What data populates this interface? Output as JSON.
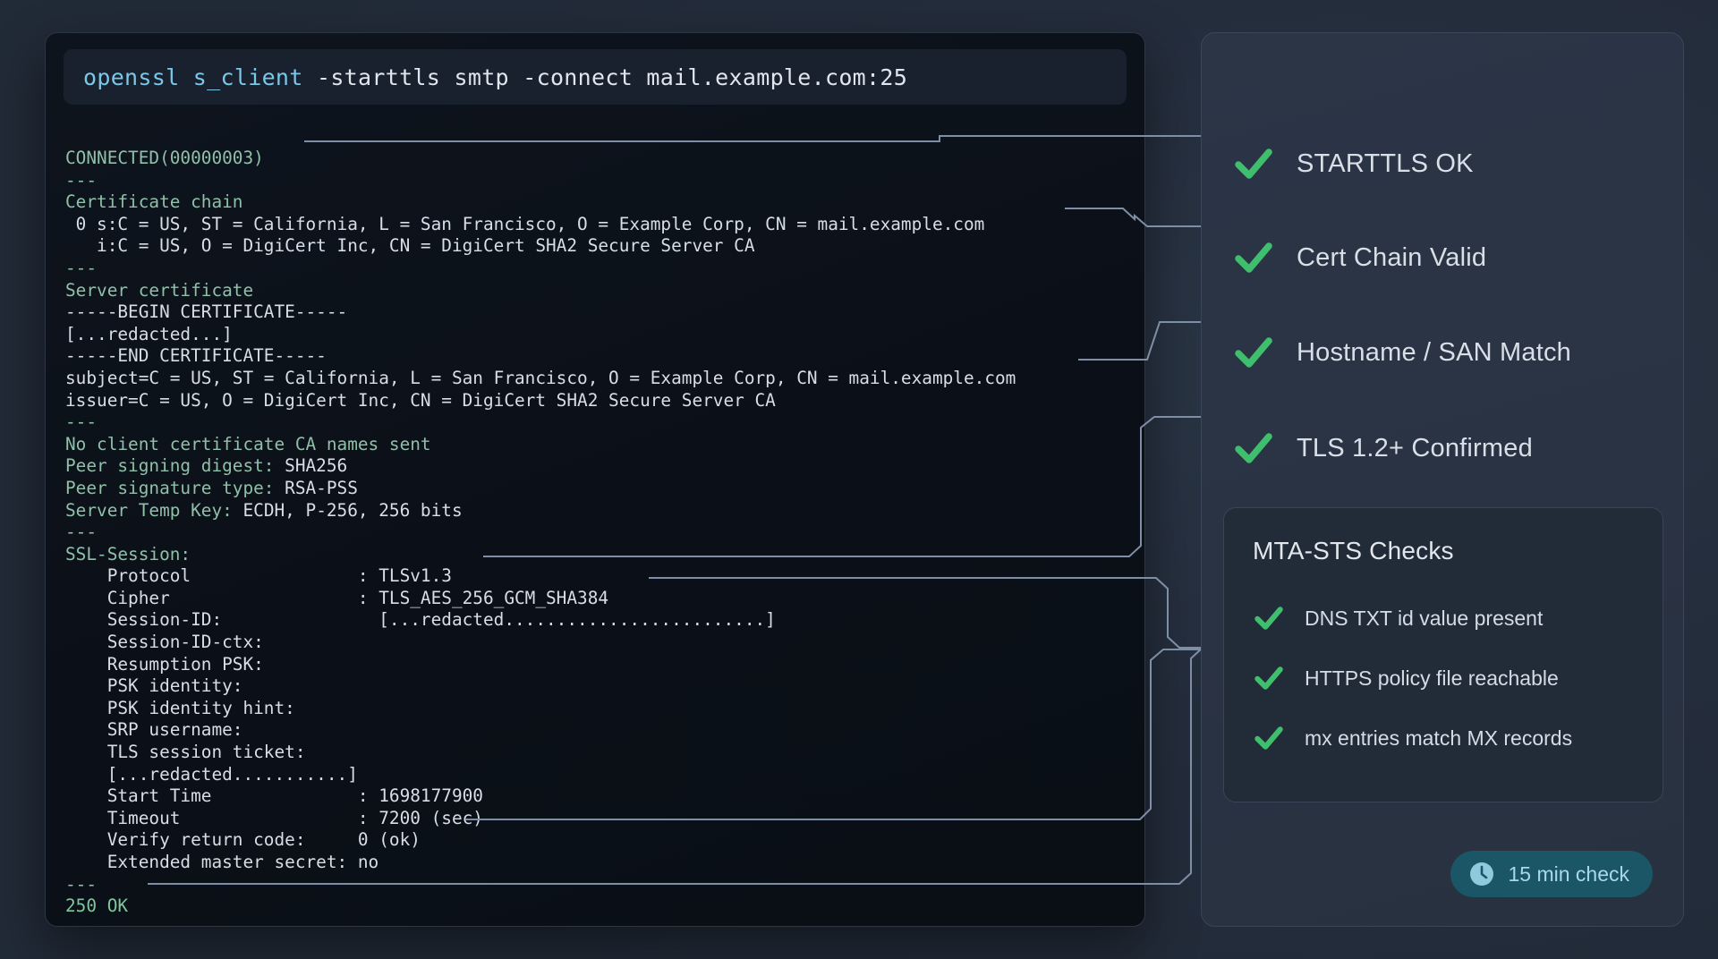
{
  "terminal": {
    "command": {
      "keyword": "openssl s_client",
      "rest": " -starttls smtp -connect mail.example.com:25"
    },
    "lines": [
      {
        "text": "CONNECTED(00000003)",
        "style": "g"
      },
      {
        "text": "---",
        "style": "g"
      },
      {
        "text": "Certificate chain",
        "style": "g"
      },
      {
        "text": " 0 s:C = US, ST = California, L = San Francisco, O = Example Corp, CN = mail.example.com",
        "style": "w"
      },
      {
        "text": "   i:C = US, O = DigiCert Inc, CN = DigiCert SHA2 Secure Server CA",
        "style": "w"
      },
      {
        "text": "---",
        "style": "g"
      },
      {
        "text": "Server certificate",
        "style": "g"
      },
      {
        "text": "-----BEGIN CERTIFICATE-----",
        "style": "w"
      },
      {
        "text": "[...redacted...]",
        "style": "w"
      },
      {
        "text": "-----END CERTIFICATE-----",
        "style": "w"
      },
      {
        "text": "subject=C = US, ST = California, L = San Francisco, O = Example Corp, CN = mail.example.com",
        "style": "w"
      },
      {
        "text": "issuer=C = US, O = DigiCert Inc, CN = DigiCert SHA2 Secure Server CA",
        "style": "w"
      },
      {
        "text": "---",
        "style": "g"
      },
      {
        "text": "No client certificate CA names sent",
        "style": "g"
      },
      {
        "text": "Peer signing digest: SHA256",
        "style": "gw",
        "split": 20
      },
      {
        "text": "Peer signature type: RSA-PSS",
        "style": "gw",
        "split": 20
      },
      {
        "text": "Server Temp Key: ECDH, P-256, 256 bits",
        "style": "gw",
        "split": 16
      },
      {
        "text": "---",
        "style": "g"
      },
      {
        "text": "SSL-Session:",
        "style": "g"
      },
      {
        "text": "    Protocol                : TLSv1.3",
        "style": "w"
      },
      {
        "text": "    Cipher                  : TLS_AES_256_GCM_SHA384",
        "style": "w"
      },
      {
        "text": "    Session-ID:               [...redacted.........................]",
        "style": "w"
      },
      {
        "text": "    Session-ID-ctx:",
        "style": "w"
      },
      {
        "text": "    Resumption PSK:",
        "style": "w"
      },
      {
        "text": "    PSK identity:",
        "style": "w"
      },
      {
        "text": "    PSK identity hint:",
        "style": "w"
      },
      {
        "text": "    SRP username:",
        "style": "w"
      },
      {
        "text": "    TLS session ticket:",
        "style": "w"
      },
      {
        "text": "    [...redacted...........]",
        "style": "w"
      },
      {
        "text": "    Start Time              : 1698177900",
        "style": "w"
      },
      {
        "text": "    Timeout                 : 7200 (sec)",
        "style": "w"
      },
      {
        "text": "    Verify return code:     0 (ok)",
        "style": "w"
      },
      {
        "text": "    Extended master secret: no",
        "style": "w"
      },
      {
        "text": "---",
        "style": "g"
      },
      {
        "text": "250 OK",
        "style": "ok"
      }
    ]
  },
  "panel": {
    "checks": [
      {
        "label": "STARTTLS OK",
        "icon": "check-icon"
      },
      {
        "label": "Cert Chain Valid",
        "icon": "check-icon"
      },
      {
        "label": "Hostname / SAN Match",
        "icon": "check-icon"
      },
      {
        "label": "TLS 1.2+ Confirmed",
        "icon": "check-icon"
      }
    ],
    "mta": {
      "title": "MTA-STS Checks",
      "items": [
        {
          "label": "DNS TXT id value present",
          "icon": "check-icon"
        },
        {
          "label": "HTTPS policy file reachable",
          "icon": "check-icon"
        },
        {
          "label": "mx entries match MX records",
          "icon": "check-icon"
        }
      ]
    },
    "badge": {
      "label": "15 min check",
      "icon": "clock-icon"
    }
  },
  "colors": {
    "check_green": "#3fbf6e",
    "terminal_bg": "#0b1018",
    "panel_bg": "#2a3344",
    "badge_bg": "#1a5666",
    "badge_text": "#a9d8e8",
    "wire": "#7d8ea6",
    "command_keyword": "#79c8e8"
  }
}
